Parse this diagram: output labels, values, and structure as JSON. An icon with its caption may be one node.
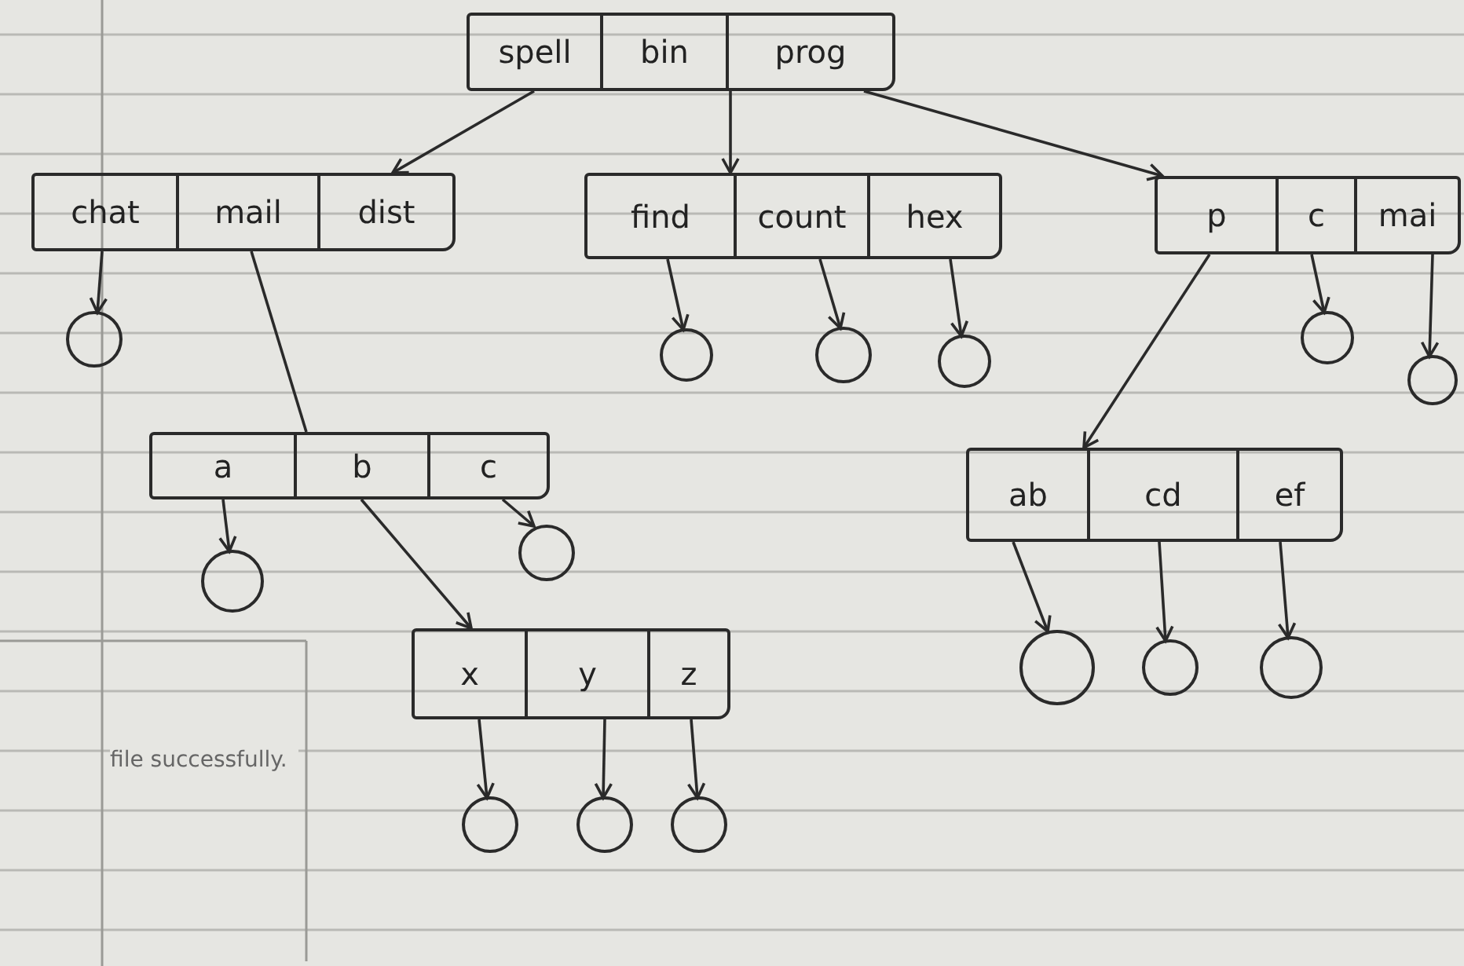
{
  "diagram": {
    "nodes": [
      {
        "text": [],
        "shape": "box"
      },
      {
        "text": [
          "spell"
        ],
        "in": 0
      },
      {
        "text": [
          "bin"
        ],
        "in": 0
      },
      {
        "text": [
          "prog"
        ],
        "in": 0
      },
      {
        "text": [],
        "shape": "box"
      },
      {
        "text": [
          "chat"
        ],
        "in": 4
      },
      {
        "text": [
          "mail"
        ],
        "in": 4
      },
      {
        "text": [
          "dist"
        ],
        "in": 4
      },
      {
        "text": [],
        "shape": "box"
      },
      {
        "text": [
          "find"
        ],
        "in": 8
      },
      {
        "text": [
          "count"
        ],
        "in": 8
      },
      {
        "text": [
          "hex"
        ],
        "in": 8
      },
      {
        "text": [],
        "shape": "box"
      },
      {
        "text": [
          "p"
        ],
        "in": 12
      },
      {
        "text": [
          "c"
        ],
        "in": 12
      },
      {
        "text": [
          "mai"
        ],
        "in": 12
      },
      {
        "text": [],
        "shape": "circle"
      },
      {
        "text": [],
        "shape": "circle"
      },
      {
        "text": [],
        "shape": "circle"
      },
      {
        "text": [],
        "shape": "circle"
      },
      {
        "text": [],
        "shape": "circle"
      },
      {
        "text": [],
        "shape": "circle"
      },
      {
        "text": [],
        "shape": "box"
      },
      {
        "text": [
          "a"
        ],
        "in": 22
      },
      {
        "text": [
          "b"
        ],
        "in": 22
      },
      {
        "text": [
          "c"
        ],
        "in": 22
      },
      {
        "text": [],
        "shape": "box"
      },
      {
        "text": [
          "ab"
        ],
        "in": 26
      },
      {
        "text": [
          "cd"
        ],
        "in": 26
      },
      {
        "text": [
          "ef"
        ],
        "in": 26
      },
      {
        "text": [],
        "shape": "circle"
      },
      {
        "text": [],
        "shape": "circle"
      },
      {
        "text": [],
        "shape": "box"
      },
      {
        "text": [
          "x"
        ],
        "in": 32
      },
      {
        "text": [
          "y"
        ],
        "in": 32
      },
      {
        "text": [
          "z"
        ],
        "in": 32
      },
      {
        "text": [],
        "shape": "circle"
      },
      {
        "text": [],
        "shape": "circle"
      },
      {
        "text": [],
        "shape": "circle"
      },
      {
        "text": [],
        "shape": "circle"
      },
      {
        "text": [],
        "shape": "circle"
      },
      {
        "text": [],
        "shape": "circle"
      }
    ],
    "edges": [
      {
        "from": 1,
        "to": 4,
        "arrow": "to"
      },
      {
        "from": 2,
        "to": 8,
        "arrow": "to"
      },
      {
        "from": 3,
        "to": 12,
        "arrow": "to"
      },
      {
        "from": 5,
        "to": 16,
        "arrow": "to"
      },
      {
        "from": 6,
        "to": 22,
        "arrow": "none"
      },
      {
        "from": 9,
        "to": 17,
        "arrow": "to"
      },
      {
        "from": 10,
        "to": 18,
        "arrow": "to"
      },
      {
        "from": 11,
        "to": 19,
        "arrow": "to"
      },
      {
        "from": 14,
        "to": 20,
        "arrow": "to"
      },
      {
        "from": 15,
        "to": 21,
        "arrow": "to"
      },
      {
        "from": 13,
        "to": 26,
        "arrow": "to"
      },
      {
        "from": 23,
        "to": 30,
        "arrow": "to"
      },
      {
        "from": 24,
        "to": 32,
        "arrow": "to"
      },
      {
        "from": 25,
        "to": 31,
        "arrow": "to"
      },
      {
        "from": 27,
        "to": 36,
        "arrow": "to"
      },
      {
        "from": 28,
        "to": 37,
        "arrow": "to"
      },
      {
        "from": 29,
        "to": 38,
        "arrow": "to"
      },
      {
        "from": 33,
        "to": 39,
        "arrow": "to"
      },
      {
        "from": 34,
        "to": 40,
        "arrow": "to"
      },
      {
        "from": 35,
        "to": 41,
        "arrow": "to"
      }
    ],
    "labels": [
      "file successfully."
    ]
  }
}
